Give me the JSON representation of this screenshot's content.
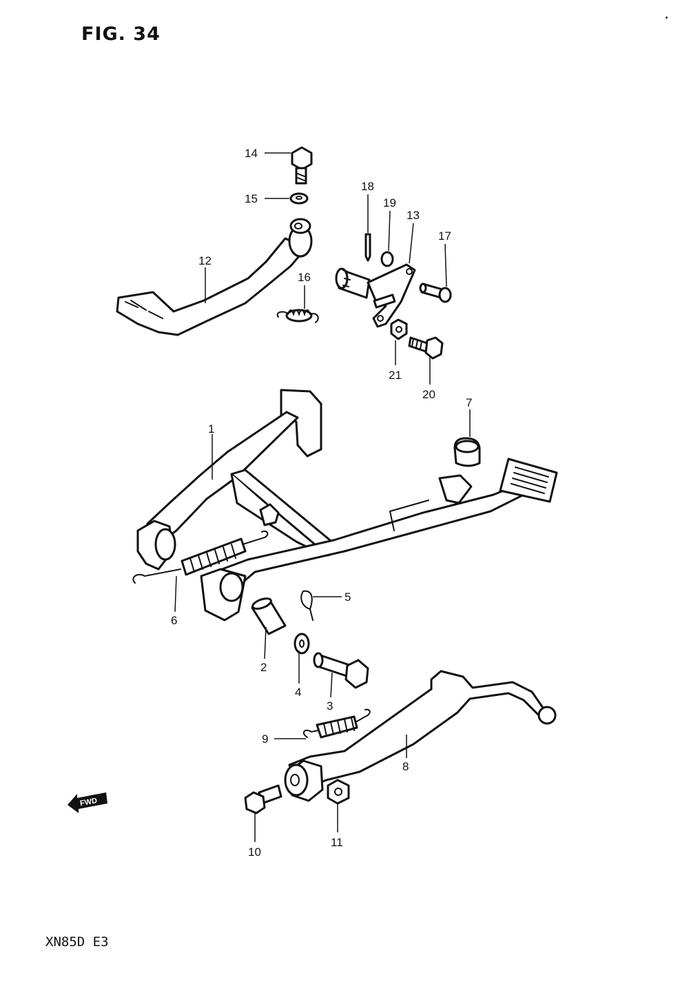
{
  "figure": {
    "title": "FIG. 34",
    "footer": "XN85D E3",
    "fwd_label": "FWD"
  },
  "callouts": [
    {
      "id": "c1",
      "label": "1"
    },
    {
      "id": "c2",
      "label": "2"
    },
    {
      "id": "c3",
      "label": "3"
    },
    {
      "id": "c4",
      "label": "4"
    },
    {
      "id": "c5",
      "label": "5"
    },
    {
      "id": "c6",
      "label": "6"
    },
    {
      "id": "c7",
      "label": "7"
    },
    {
      "id": "c8",
      "label": "8"
    },
    {
      "id": "c9",
      "label": "9"
    },
    {
      "id": "c10",
      "label": "10"
    },
    {
      "id": "c11",
      "label": "11"
    },
    {
      "id": "c12",
      "label": "12"
    },
    {
      "id": "c13",
      "label": "13"
    },
    {
      "id": "c14",
      "label": "14"
    },
    {
      "id": "c15",
      "label": "15"
    },
    {
      "id": "c16",
      "label": "16"
    },
    {
      "id": "c17",
      "label": "17"
    },
    {
      "id": "c18",
      "label": "18"
    },
    {
      "id": "c19",
      "label": "19"
    },
    {
      "id": "c20",
      "label": "20"
    },
    {
      "id": "c21",
      "label": "21"
    }
  ]
}
